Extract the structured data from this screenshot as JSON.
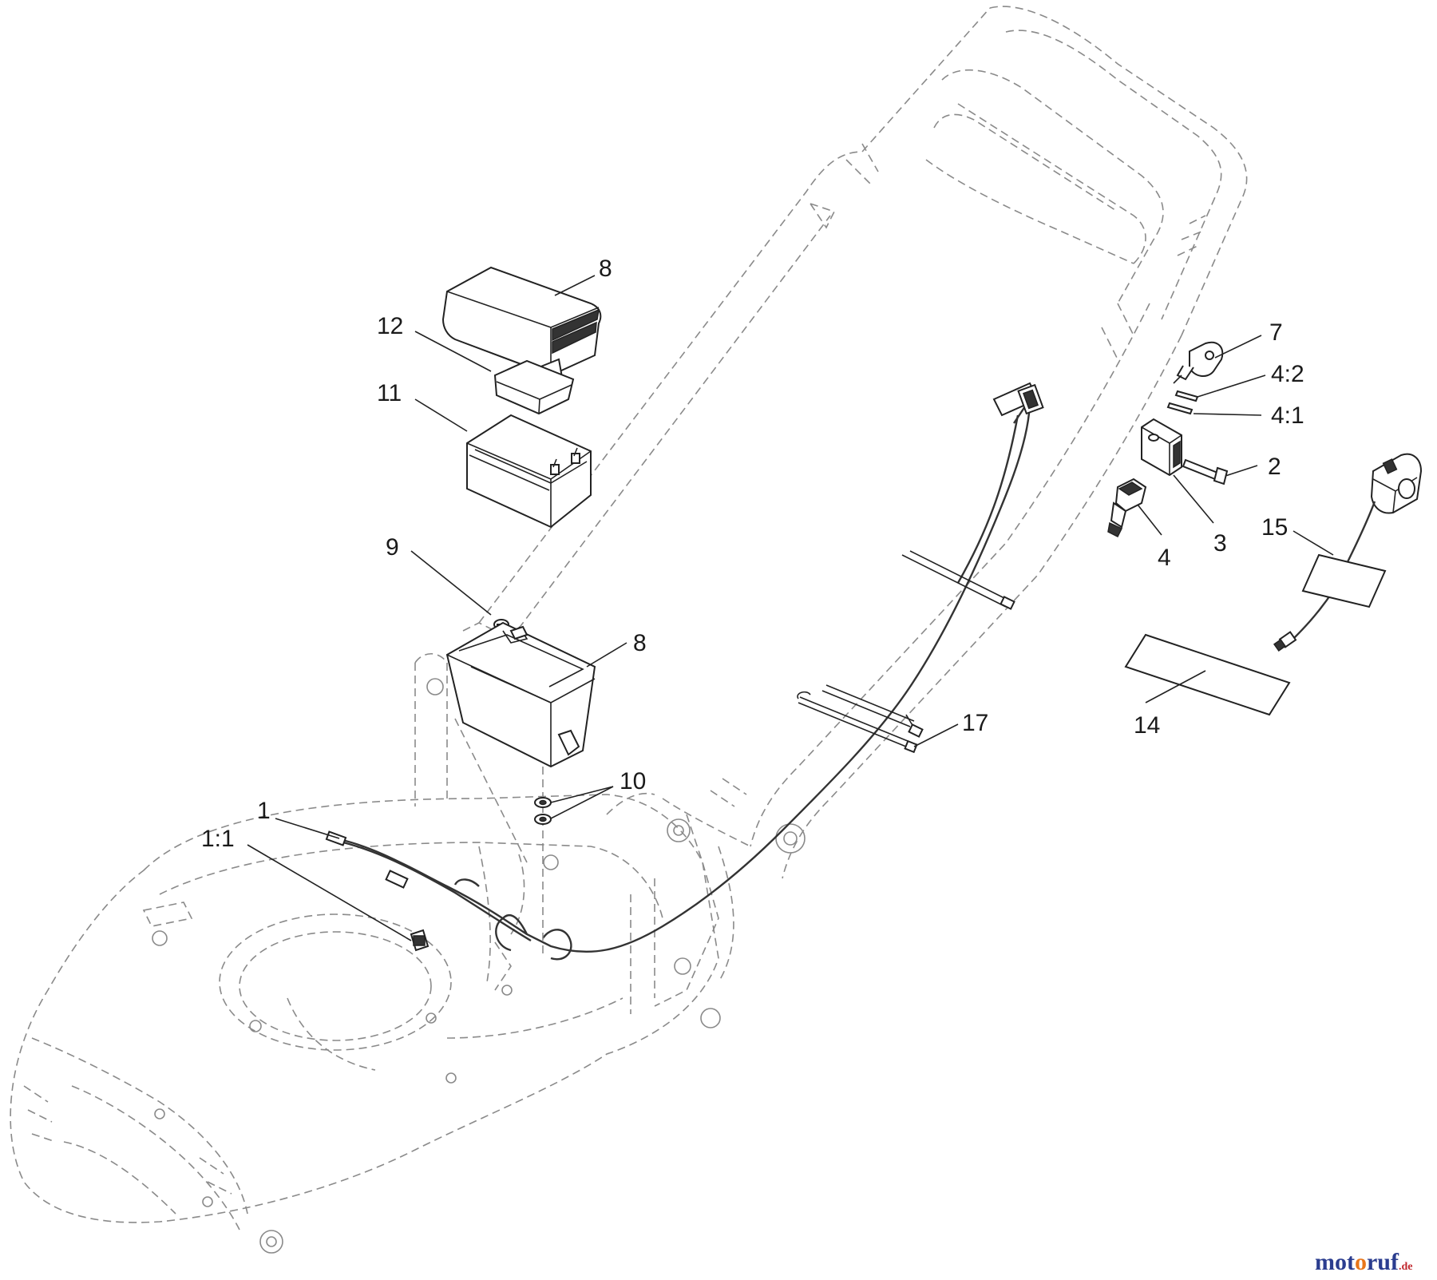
{
  "callouts": {
    "c1": "1",
    "c1_1": "1:1",
    "c2": "2",
    "c3": "3",
    "c4": "4",
    "c4_1": "4:1",
    "c4_2": "4:2",
    "c7": "7",
    "c8_top": "8",
    "c8_box": "8",
    "c9": "9",
    "c10": "10",
    "c11": "11",
    "c12": "12",
    "c14": "14",
    "c15": "15",
    "c17": "17"
  },
  "watermark": {
    "brand_a": "mot",
    "brand_b": "o",
    "brand_c": "ruf",
    "suffix": ".de",
    "colors": {
      "blue": "#2b3d8f",
      "orange": "#e8761a",
      "red": "#c0272d"
    }
  }
}
